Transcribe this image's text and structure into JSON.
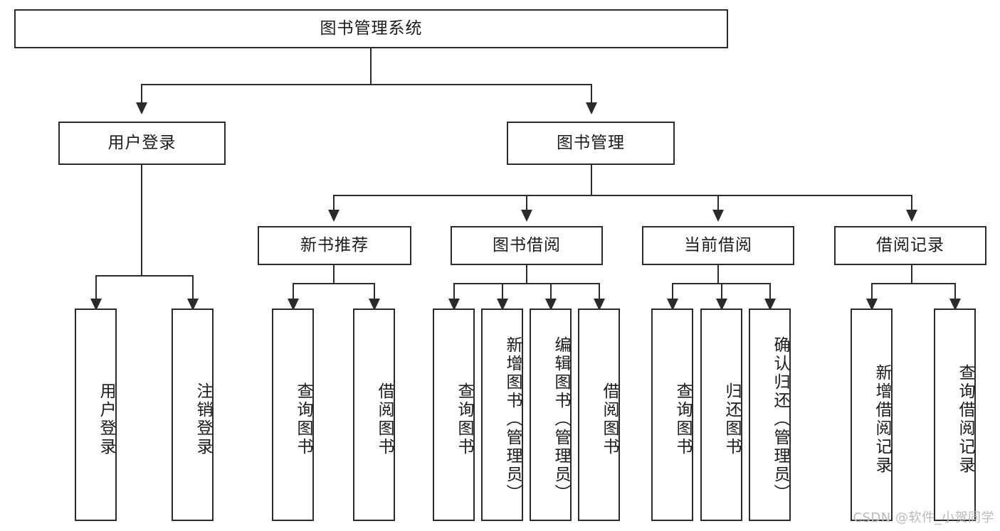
{
  "diagram": {
    "type": "tree-hierarchy",
    "title": "图书管理系统",
    "root": {
      "id": "root",
      "label": "图书管理系统"
    },
    "level2": [
      {
        "id": "user-login",
        "label": "用户登录"
      },
      {
        "id": "book-management",
        "label": "图书管理"
      }
    ],
    "level3": [
      {
        "id": "new-book-recommend",
        "label": "新书推荐",
        "parent": "book-management"
      },
      {
        "id": "book-borrow",
        "label": "图书借阅",
        "parent": "book-management"
      },
      {
        "id": "current-borrow",
        "label": "当前借阅",
        "parent": "book-management"
      },
      {
        "id": "borrow-record",
        "label": "借阅记录",
        "parent": "book-management"
      }
    ],
    "leaves": {
      "user_login": [
        {
          "id": "leaf-user-login",
          "label": "用户登录"
        },
        {
          "id": "leaf-user-logout",
          "label": "注销登录"
        }
      ],
      "new_book_recommend": [
        {
          "id": "leaf-query-book-1",
          "label": "查询图书"
        },
        {
          "id": "leaf-borrow-book-1",
          "label": "借阅图书"
        }
      ],
      "book_borrow": [
        {
          "id": "leaf-query-book-2",
          "label": "查询图书"
        },
        {
          "id": "leaf-add-book",
          "label": "新增图书（管理员）"
        },
        {
          "id": "leaf-edit-book",
          "label": "编辑图书（管理员）"
        },
        {
          "id": "leaf-borrow-book-2",
          "label": "借阅图书"
        }
      ],
      "current_borrow": [
        {
          "id": "leaf-query-book-3",
          "label": "查询图书"
        },
        {
          "id": "leaf-return-book",
          "label": "归还图书"
        },
        {
          "id": "leaf-confirm-return",
          "label": "确认归还（管理员）"
        }
      ],
      "borrow_record": [
        {
          "id": "leaf-add-record",
          "label": "新增借阅记录"
        },
        {
          "id": "leaf-query-record",
          "label": "查询借阅记录"
        }
      ]
    },
    "colors": {
      "stroke": "#2b2b2b",
      "fill": "#ffffff",
      "text": "#1b1b1b",
      "watermark": "#b9b9b9"
    }
  },
  "watermark": {
    "text": "CSDN @软件_小贺同学"
  }
}
